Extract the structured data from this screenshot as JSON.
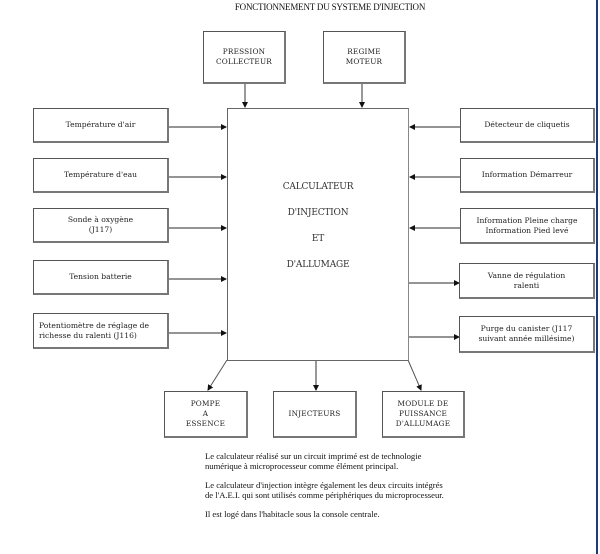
{
  "title": "FONCTIONNEMENT DU SYSTEME D'INJECTION",
  "top_inputs": [
    {
      "label": "PRESSION\nCOLLECTEUR"
    },
    {
      "label": "REGIME\nMOTEUR"
    }
  ],
  "left_inputs": [
    {
      "label": "Température d'air"
    },
    {
      "label": "Température d'eau"
    },
    {
      "label": "Sonde à oxygène\n(J117)"
    },
    {
      "label": "Tension batterie"
    },
    {
      "label": "Potentiomètre de réglage de\nrichesse du ralenti (J116)"
    }
  ],
  "right_inputs": [
    {
      "label": "Détecteur de cliquetis",
      "direction": "input"
    },
    {
      "label": "Information Démarreur",
      "direction": "input"
    },
    {
      "label": "Information Pleine charge\nInformation Pied levé",
      "direction": "input"
    },
    {
      "label": "Vanne de régulation\nralenti",
      "direction": "output"
    },
    {
      "label": "Purge du canister (J117\nsuivant année millésime)",
      "direction": "output"
    }
  ],
  "central": {
    "lines": [
      "CALCULATEUR",
      "D'INJECTION",
      "ET",
      "D'ALLUMAGE"
    ]
  },
  "bottom_outputs": [
    {
      "label": "POMPE\nA\nESSENCE"
    },
    {
      "label": "INJECTEURS"
    },
    {
      "label": "MODULE DE\nPUISSANCE\nD'ALLUMAGE"
    }
  ],
  "notes": [
    "Le calculateur réalisé sur un circuit imprimé est de technologie\nnumérique à microprocesseur comme élément principal.",
    "Le calculateur d'injection intègre également les deux circuits intégrés\nde l'A.E.I. qui sont utilisés comme périphériques du microprocesseur.",
    "Il est logé dans l'habitacle sous la console centrale."
  ],
  "colors": {
    "line": "#555555",
    "frame_edge": "#203a78"
  }
}
